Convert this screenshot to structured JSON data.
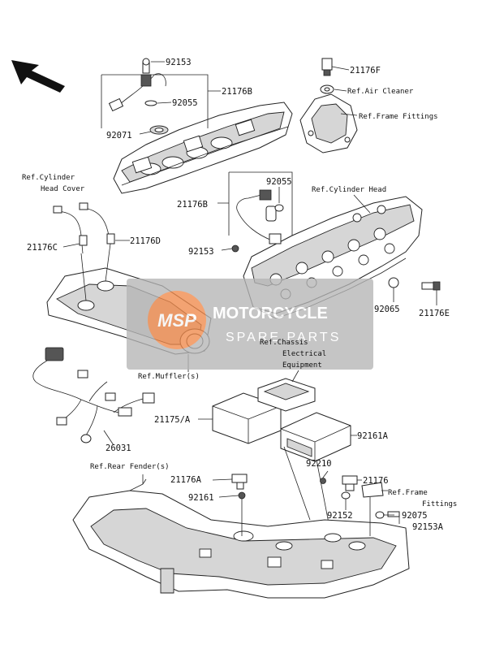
{
  "labels": {
    "p92153_top": "92153",
    "p21176B_top": "21176B",
    "p92055_top": "92055",
    "p92071": "92071",
    "p21176F": "21176F",
    "ref_air_cleaner": "Ref.Air Cleaner",
    "ref_frame_fittings_top": "Ref.Frame Fittings",
    "ref_cyl_head_cover_1": "Ref.Cylinder",
    "ref_cyl_head_cover_2": "Head Cover",
    "p92055_mid": "92055",
    "ref_cyl_head": "Ref.Cylinder Head",
    "p21176B_mid": "21176B",
    "p21176C": "21176C",
    "p21176D": "21176D",
    "p92153_mid": "92153",
    "p92065": "92065",
    "p21176E": "21176E",
    "ref_chassis_1": "Ref.Chassis",
    "ref_chassis_2": "Electrical",
    "ref_chassis_3": "Equipment",
    "ref_muffler": "Ref.Muffler(s)",
    "p21175A": "21175/A",
    "p92161A": "92161A",
    "p26031": "26031",
    "ref_rear_fender": "Ref.Rear Fender(s)",
    "p92210": "92210",
    "p21176A": "21176A",
    "p21176": "21176",
    "ref_frame_fittings_bot_1": "Ref.Frame",
    "ref_frame_fittings_bot_2": "Fittings",
    "p92161": "92161",
    "p92152": "92152",
    "p92075": "92075",
    "p92153A": "92153A"
  },
  "watermark": {
    "logo": "MSP",
    "title": "MOTORCYCLE",
    "subtitle": "SPARE PARTS",
    "accent": "#f08a4b",
    "band": "#b5b5b5"
  }
}
